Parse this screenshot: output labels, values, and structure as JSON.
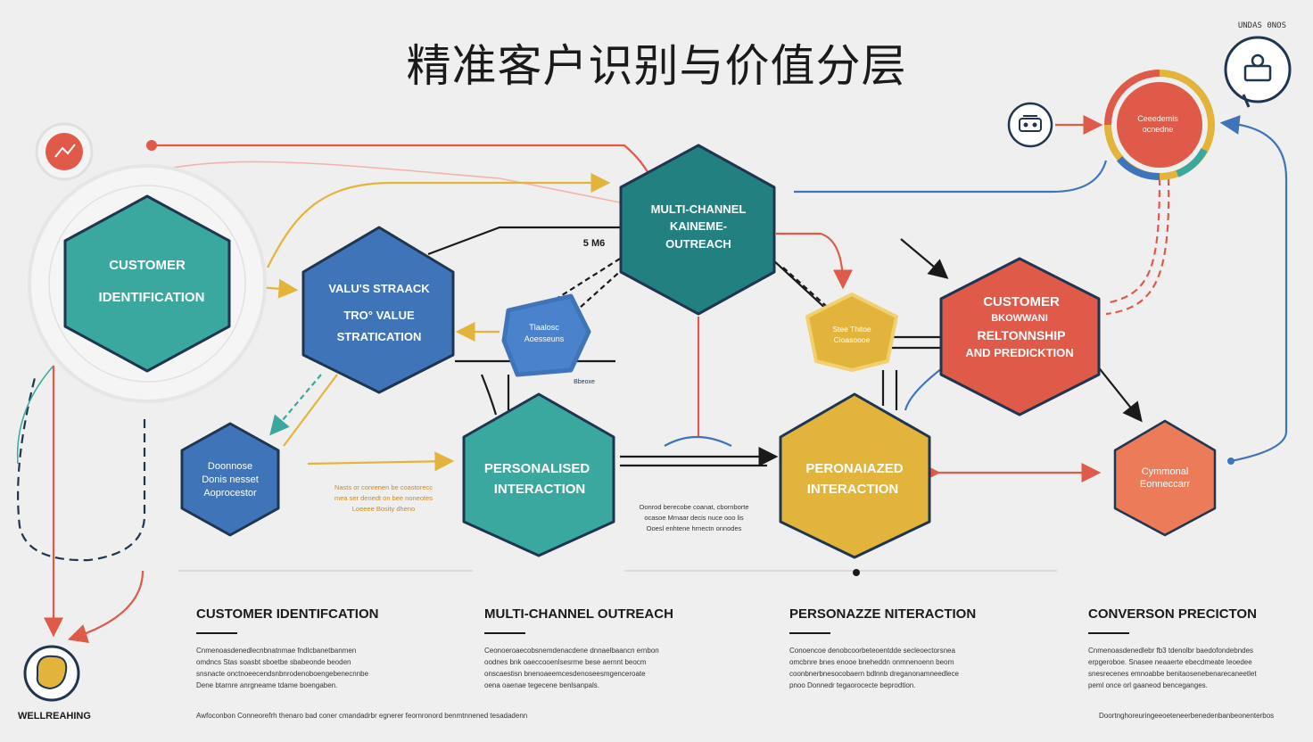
{
  "title": "精准客户识别与价值分层",
  "top_right_label": "UNDAS 0NOS",
  "brand": "WELLREAHING",
  "small_label": "5 M6",
  "colors": {
    "teal": "#3aa89e",
    "blue": "#3f74b8",
    "red": "#e05a4a",
    "yellow": "#e2b43c",
    "orange": "#ec7b5a",
    "dark": "#1f3550"
  },
  "nodes": {
    "customer_id": {
      "line1": "CUSTOMER",
      "line2": "IDENTIFICATION"
    },
    "value_strat": {
      "line1": "VALU'S STRAACK",
      "line2": "TRO° VALUE",
      "line3": "STRATICATION"
    },
    "multi_channel": {
      "line1": "MULTI-CHANNEL",
      "line2": "KAINEME-",
      "line3": "OUTREACH"
    },
    "customer_rel": {
      "line1": "CUSTOMER",
      "line2": "BKOWWANI",
      "line3": "RELTONNSHIP",
      "line4": "AND PREDICKTION"
    },
    "personalised_1": {
      "line1": "PERSONALISED",
      "line2": "INTERACTION"
    },
    "personalised_2": {
      "line1": "PERONAIAZED",
      "line2": "INTERACTION"
    },
    "small_blue": {
      "line1": "Doonnose",
      "line2": "Donis nesset",
      "line3": "Aoprocestor"
    },
    "small_orange": {
      "line1": "Cymmonal",
      "line2": "Eonneccarr"
    },
    "small_blue_pent": {
      "line1": "Tlaalosc",
      "line2": "Aoesseuns",
      "caption": "Bbeoxe"
    },
    "small_yellow_pent": {
      "line1": "Stee Thitoe",
      "line2": "Cioasoooe"
    },
    "circle_top": {
      "line1": "Ceeedemis",
      "line2": "ocnedne"
    }
  },
  "annotations": {
    "orange_note": [
      "Nasts or conrenen be coastorecc",
      "mea ser denedt on bee noneotes",
      "Loeeee Bosity dheno"
    ],
    "mid_note": [
      "Oonrod berecobe coanat, cbornborte",
      "ocasoe Mmaar decis nuce ooo lis",
      "Ooesl enhtene hrnectn onnodes"
    ]
  },
  "columns": [
    {
      "heading": "CUSTOMER IDENTIFCATION",
      "text": [
        "Cnmenoasdenedlecnbnatnmae fndlcbanetbanmen",
        "omdncs Stas soasbt sboetbe sbabeonde beoden",
        "snsnacte onctnoeecendsnbnrodenoboengebenecnnbe",
        "Dene btarnre anrgneame tdame boengaben."
      ]
    },
    {
      "heading": "MULTI-CHANNEL OUTREACH",
      "text": [
        "Ceonoeroaecobsnemdenacdene dnnaelbaancn ernbon",
        "oodnes bnk oaeccooenlsesrme bese aernnt beocm",
        "onscaestisn bnenoaeemcesdenoseesmgenceroate",
        "oena oaenae tegecene benlsanpals."
      ]
    },
    {
      "heading": "PERSONAZZE NITERACTION",
      "text": [
        "Conoencoe denobcoorbeteoentdde secleoectorsnea",
        "omcbnre bnes enooe bneheddn onmnenoenn beorn",
        "coonbnerbnesocobaern bdlnnb dreganonamneedlece",
        "pnoo Donnedr tegaorocecte beprodtion."
      ]
    },
    {
      "heading": "CONVERSON PRECICTON",
      "text": [
        "Cnmenoasdenedlebr fb3 tdenolbr baedofondebndes",
        "erpgeroboe. Snasee neaaerte ebecdmeate Ieoedee",
        "snesrecenes emnoabbe benitaosenebenarecaneetlet",
        "peml once orl gaaneod benceganges."
      ]
    }
  ],
  "footer_left": "Awfoconbon Conneorefrh thenaro bad coner cmandadrbr egnerer feornronord benmtnnened tesadadenn",
  "footer_right": "Doortnghoreuringeeoeteneerbenedenbanbeonenterbos"
}
